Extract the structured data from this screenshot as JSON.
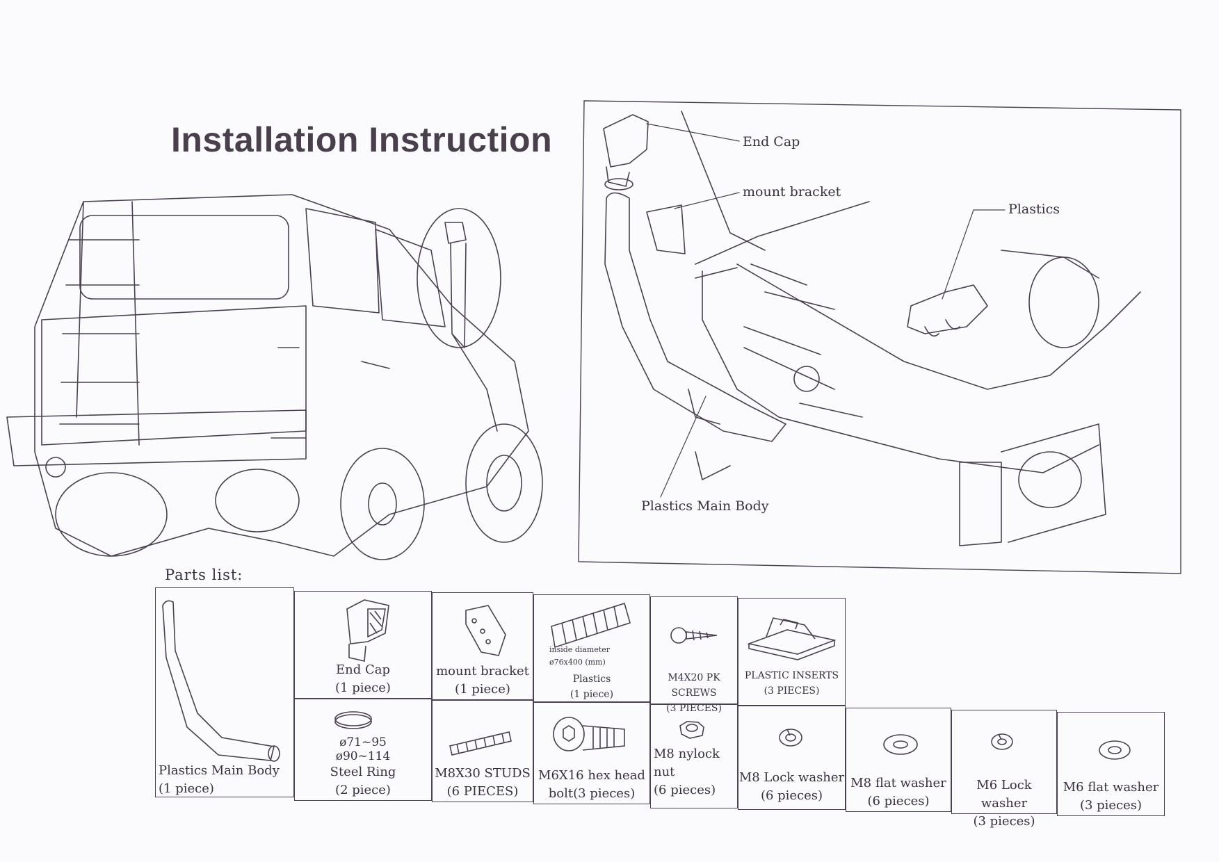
{
  "title": "Installation Instruction",
  "callouts": {
    "end_cap": "End Cap",
    "mount_bracket": "mount bracket",
    "plastics": "Plastics",
    "main_body": "Plastics Main Body"
  },
  "parts_title": "Parts list:",
  "parts": [
    {
      "id": "main-body",
      "name": "Plastics Main Body",
      "qty": "(1 piece)"
    },
    {
      "id": "end-cap",
      "name": "End Cap",
      "qty": "(1 piece)"
    },
    {
      "id": "mount-bracket",
      "name": "mount bracket",
      "qty": "(1 piece)"
    },
    {
      "id": "plastics",
      "name": "Plastics",
      "qty": "(1 piece)",
      "note1": "inside diameter",
      "note2": "ø76x400 (mm)"
    },
    {
      "id": "pk-screws",
      "name": "M4X20 PK SCREWS",
      "qty": "(3 PIECES)"
    },
    {
      "id": "plastic-inserts",
      "name": "PLASTIC INSERTS",
      "qty": "(3 PIECES)"
    },
    {
      "id": "steel-ring",
      "name": "Steel Ring",
      "qty": "(2 piece)",
      "note1": "ø71~95",
      "note2": "ø90~114"
    },
    {
      "id": "studs",
      "name": "M8X30 STUDS",
      "qty": "(6 PIECES)"
    },
    {
      "id": "hex-bolt",
      "name": "M6X16 hex head",
      "qty": "bolt(3 pieces)"
    },
    {
      "id": "nylock-nut",
      "name": "M8 nylock",
      "qty": "nut",
      "qty2": "(6 pieces)"
    },
    {
      "id": "m8-lock-washer",
      "name": "M8 Lock washer",
      "qty": "(6 pieces)"
    },
    {
      "id": "m8-flat-washer",
      "name": "M8 flat washer",
      "qty": "(6 pieces)"
    },
    {
      "id": "m6-lock-washer",
      "name": "M6 Lock washer",
      "qty": "(3 pieces)"
    },
    {
      "id": "m6-flat-washer",
      "name": "M6 flat washer",
      "qty": "(3 pieces)"
    }
  ]
}
